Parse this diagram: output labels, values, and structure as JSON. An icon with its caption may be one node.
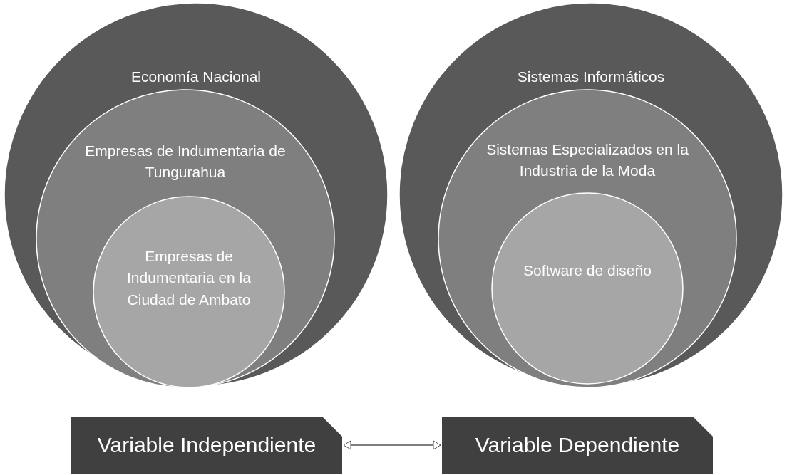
{
  "diagram": {
    "nodes": [
      {
        "text": [
          "Economía Nacional"
        ]
      },
      {
        "text": [
          "Empresas de Indumentaria de Tungurahua"
        ],
        "in": 0
      },
      {
        "text": [
          "Empresas de Indumentaria en la Ciudad de Ambato"
        ],
        "in": 1
      },
      {
        "text": [
          "Sistemas Informáticos"
        ]
      },
      {
        "text": [
          "Sistemas Especializados en la Industria de la Moda"
        ],
        "in": 3
      },
      {
        "text": [
          "Software de diseño"
        ],
        "in": 4
      },
      {
        "text": [
          "Variable Independiente"
        ]
      },
      {
        "text": [
          "Variable Dependiente"
        ]
      }
    ],
    "edges": [
      {
        "from": 6,
        "to": 7,
        "arrow": "both"
      }
    ]
  }
}
